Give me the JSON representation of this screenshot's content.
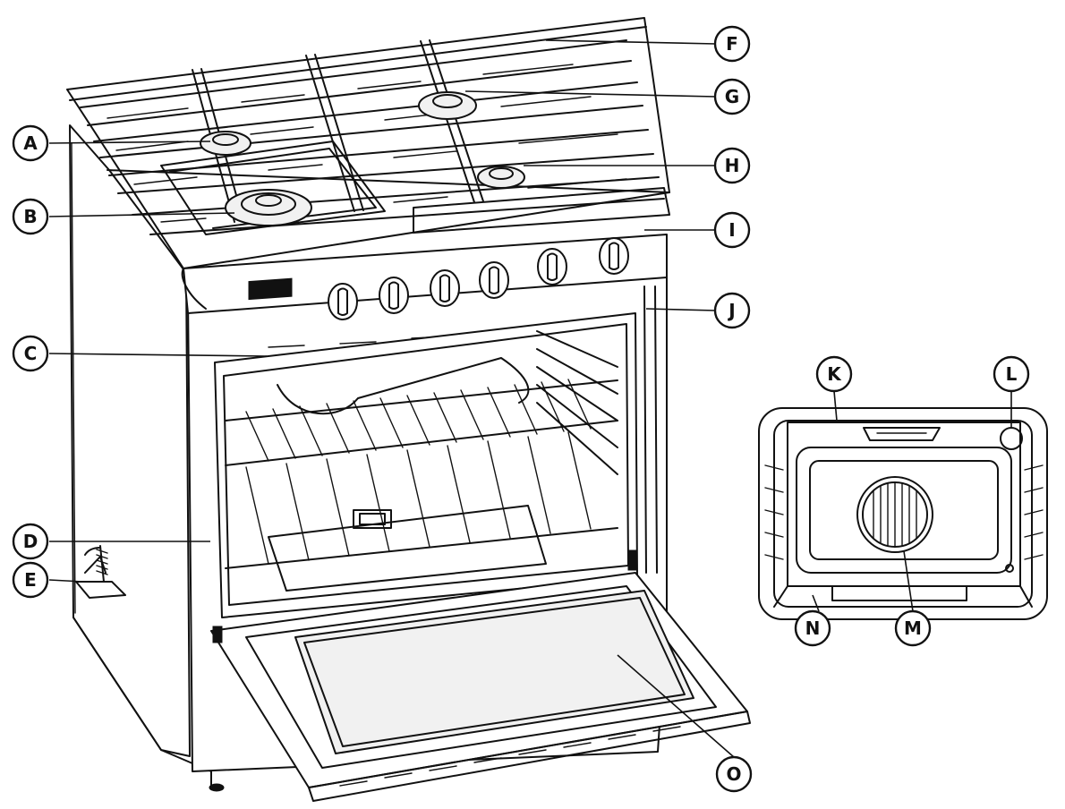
{
  "callouts": {
    "A": "A",
    "B": "B",
    "C": "C",
    "D": "D",
    "E": "E",
    "F": "F",
    "G": "G",
    "H": "H",
    "I": "I",
    "J": "J",
    "K": "K",
    "L": "L",
    "M": "M",
    "N": "N",
    "O": "O"
  },
  "knob_count": 6,
  "colors": {
    "line": "#111111",
    "background": "#ffffff"
  }
}
